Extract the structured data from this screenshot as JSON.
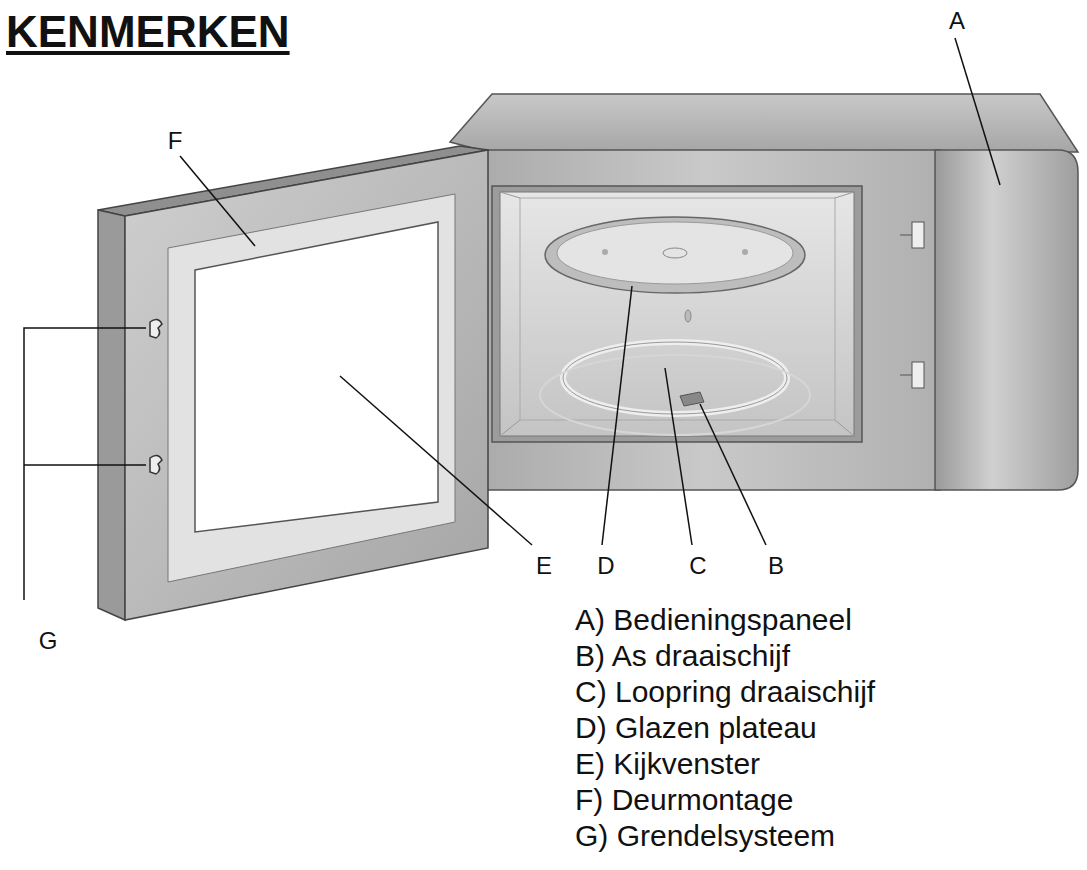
{
  "diagram": {
    "title": "KENMERKEN",
    "labels": [
      "A",
      "F",
      "G",
      "E",
      "D",
      "C",
      "B",
      "A) Bedieningspaneel",
      "B) As draaischijf",
      "C) Loopring draaischijf",
      "D) Glazen plateau",
      "E) Kijkvenster",
      "F) Deurmontage",
      "G) Grendelsysteem"
    ]
  }
}
